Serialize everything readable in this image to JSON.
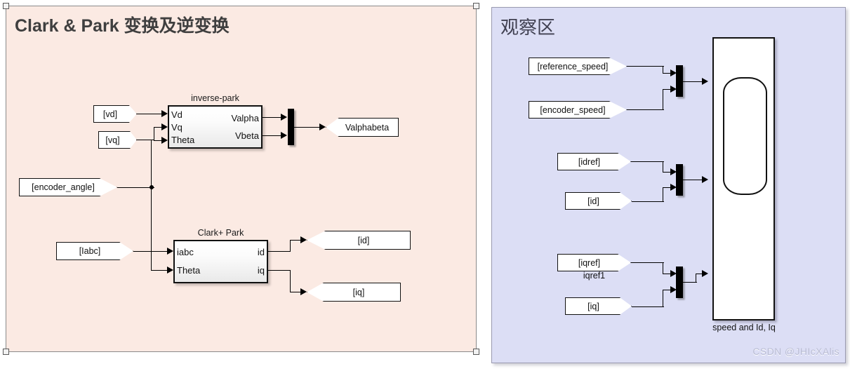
{
  "areas": {
    "left": {
      "title": "Clark & Park 变换及逆变换",
      "background": "#fbeae3"
    },
    "right": {
      "title": "观察区",
      "background": "#dcdef5"
    }
  },
  "left_panel": {
    "from_blocks": [
      {
        "label": "[vd]"
      },
      {
        "label": "[vq]"
      },
      {
        "label": "[encoder_angle]"
      },
      {
        "label": "[Iabc]"
      }
    ],
    "goto_blocks": [
      {
        "label": "Valphabeta"
      },
      {
        "label": "[id]"
      },
      {
        "label": "[iq]"
      }
    ],
    "blocks": [
      {
        "name": "inverse-park",
        "inputs": [
          "Vd",
          "Vq",
          "Theta"
        ],
        "outputs": [
          "Valpha",
          "Vbeta"
        ]
      },
      {
        "name": "Clark+ Park",
        "inputs": [
          "iabc",
          "Theta"
        ],
        "outputs": [
          "id",
          "iq"
        ]
      }
    ]
  },
  "right_panel": {
    "from_blocks": [
      {
        "label": "[reference_speed]"
      },
      {
        "label": "[encoder_speed]"
      },
      {
        "label": "[idref]"
      },
      {
        "label": "[id]"
      },
      {
        "label": "[iqref]",
        "sublabel": "iqref1"
      },
      {
        "label": "[iq]"
      }
    ],
    "scope": {
      "name": "speed and Id, Iq"
    }
  },
  "watermark": {
    "text": "CSDN @JHIcXAlis"
  }
}
